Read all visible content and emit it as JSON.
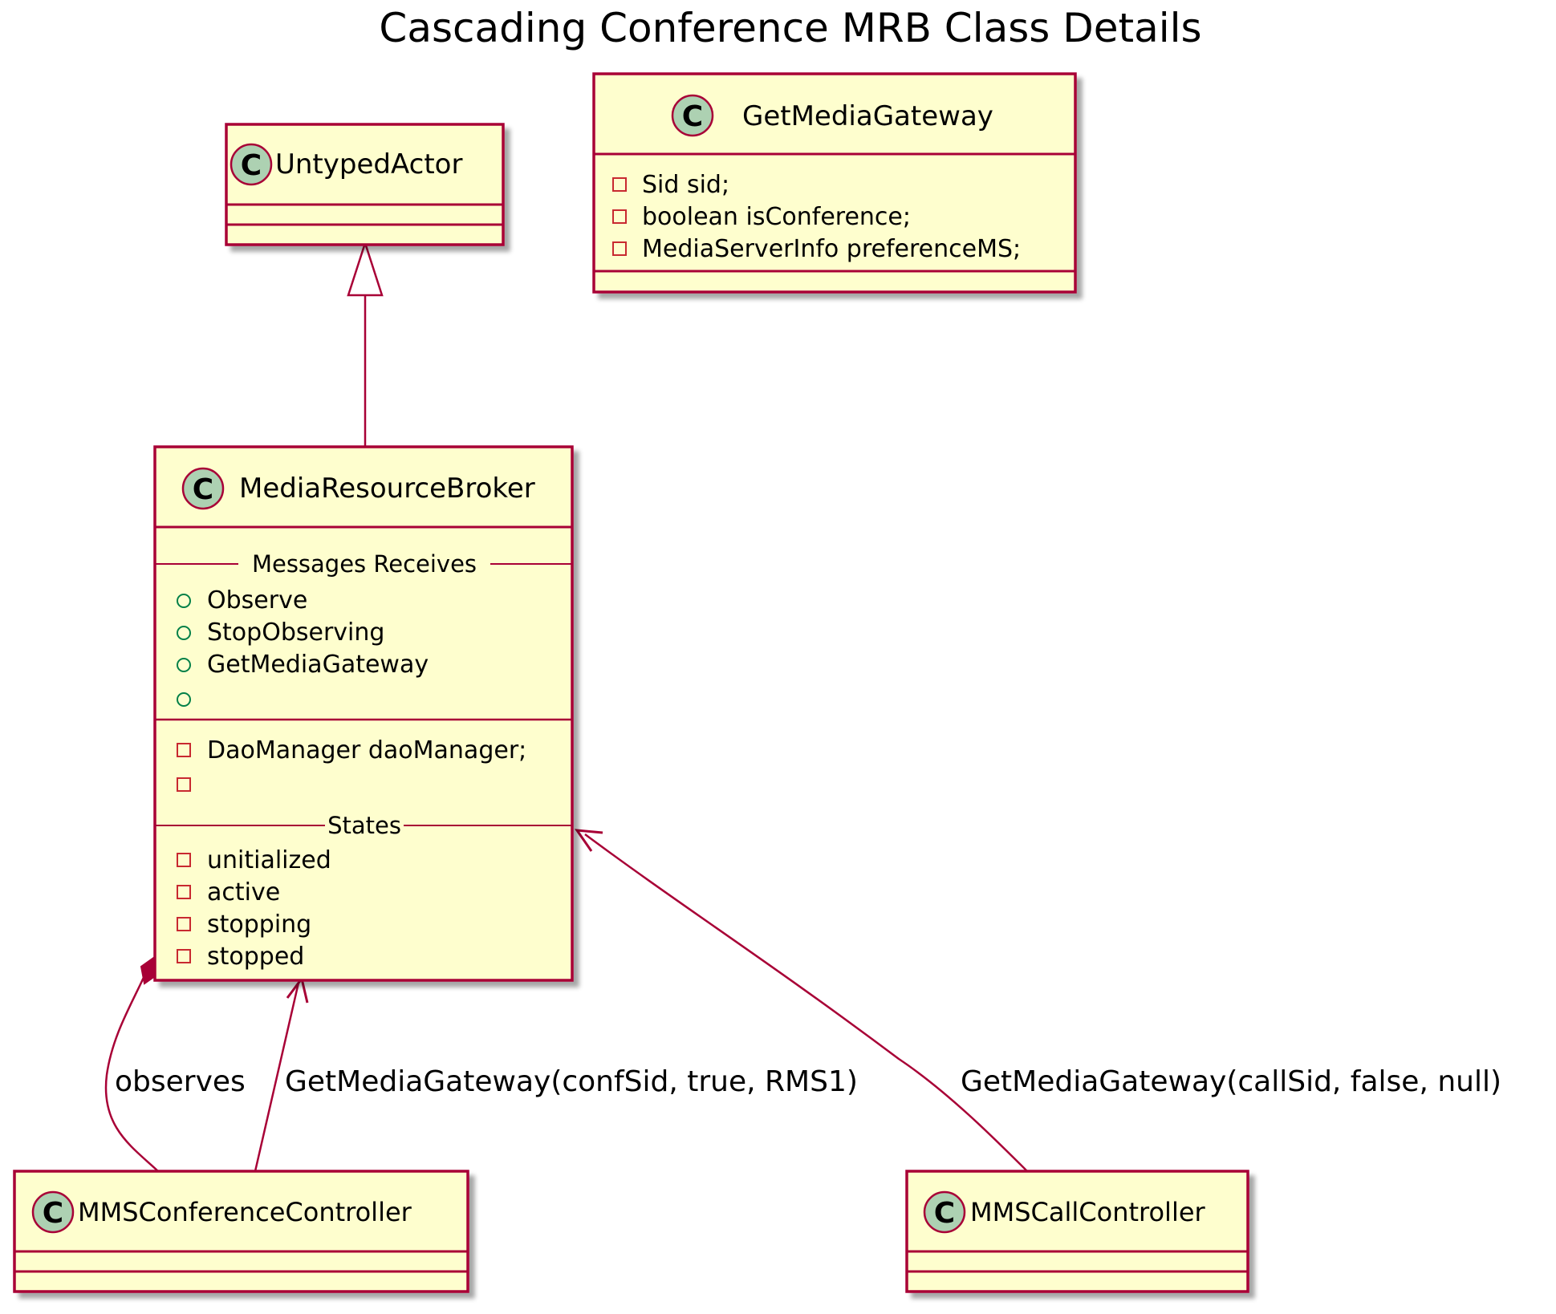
{
  "diagram": {
    "title": "Cascading Conference MRB Class Details",
    "classes": {
      "untyped_actor": {
        "name": "UntypedActor",
        "stereotype_letter": "C"
      },
      "get_media_gateway": {
        "name": "GetMediaGateway",
        "stereotype_letter": "C",
        "fields": [
          {
            "visibility": "private",
            "text": "Sid sid;"
          },
          {
            "visibility": "private",
            "text": "boolean isConference;"
          },
          {
            "visibility": "private",
            "text": "MediaServerInfo preferenceMS;"
          }
        ]
      },
      "media_resource_broker": {
        "name": "MediaResourceBroker",
        "stereotype_letter": "C",
        "messages_header": "Messages Receives",
        "messages": [
          {
            "visibility": "public",
            "text": "Observe"
          },
          {
            "visibility": "public",
            "text": "StopObserving"
          },
          {
            "visibility": "public",
            "text": "GetMediaGateway"
          },
          {
            "visibility": "public",
            "text": ""
          }
        ],
        "fields": [
          {
            "visibility": "private",
            "text": "DaoManager daoManager;"
          },
          {
            "visibility": "private",
            "text": ""
          }
        ],
        "states_header": "States",
        "states": [
          {
            "visibility": "private",
            "text": "unitialized"
          },
          {
            "visibility": "private",
            "text": "active"
          },
          {
            "visibility": "private",
            "text": "stopping"
          },
          {
            "visibility": "private",
            "text": "stopped"
          }
        ]
      },
      "mms_conference_controller": {
        "name": "MMSConferenceController",
        "stereotype_letter": "C"
      },
      "mms_call_controller": {
        "name": "MMSCallController",
        "stereotype_letter": "C"
      }
    },
    "relations": {
      "observes_label": "observes",
      "conf_gateway_label": "GetMediaGateway(confSid, true, RMS1)",
      "call_gateway_label": "GetMediaGateway(callSid, false, null)"
    },
    "colors": {
      "class_fill": "#FEFECE",
      "border": "#A80036",
      "badge_fill": "#ADD1B2",
      "public_icon": "#038048",
      "private_icon": "#C82930"
    }
  }
}
